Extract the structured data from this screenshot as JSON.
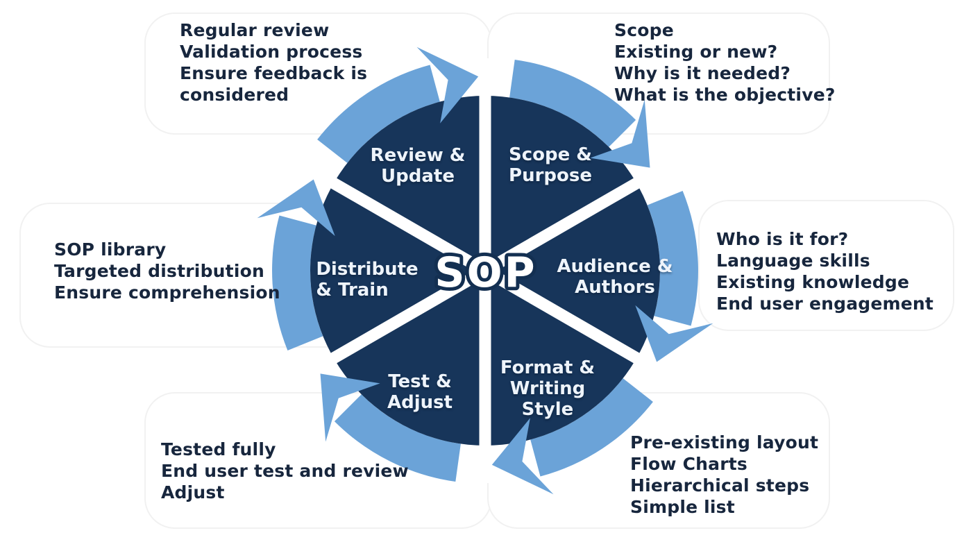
{
  "title": "SOP cycle diagram",
  "center": {
    "label": "SOP"
  },
  "colors": {
    "ring": "#6ba3d8",
    "pie": "#17355a",
    "spoke": "#ffffff",
    "center_outline": "#132f51",
    "segment_text": "#eef4fb",
    "annotation_text": "#17263d"
  },
  "cycle_direction": "clockwise",
  "segments": [
    {
      "id": "scope-purpose",
      "lines": [
        "Scope &",
        "Purpose"
      ]
    },
    {
      "id": "audience-authors",
      "lines": [
        "Audience &",
        "Authors"
      ]
    },
    {
      "id": "format-writing-style",
      "lines": [
        "Format &",
        "Writing",
        "Style"
      ]
    },
    {
      "id": "test-adjust",
      "lines": [
        "Test &",
        "Adjust"
      ]
    },
    {
      "id": "distribute-train",
      "lines": [
        "Distribute",
        "& Train"
      ]
    },
    {
      "id": "review-update",
      "lines": [
        "Review &",
        "Update"
      ]
    }
  ],
  "annotations": {
    "top_left": {
      "lines": [
        "Regular review",
        "Validation process",
        "Ensure feedback is",
        "considered"
      ]
    },
    "top_right": {
      "lines": [
        "Scope",
        "Existing or new?",
        "Why is it needed?",
        "What is the objective?"
      ]
    },
    "right": {
      "lines": [
        "Who is it for?",
        "Language skills",
        "Existing knowledge",
        "End user engagement"
      ]
    },
    "left": {
      "lines": [
        "SOP library",
        "Targeted distribution",
        "Ensure comprehension"
      ]
    },
    "bottom_left": {
      "lines": [
        "Tested fully",
        "End user test and review",
        "Adjust"
      ]
    },
    "bottom_right": {
      "lines": [
        "Pre-existing layout",
        "Flow Charts",
        "Hierarchical steps",
        "Simple list"
      ]
    }
  }
}
